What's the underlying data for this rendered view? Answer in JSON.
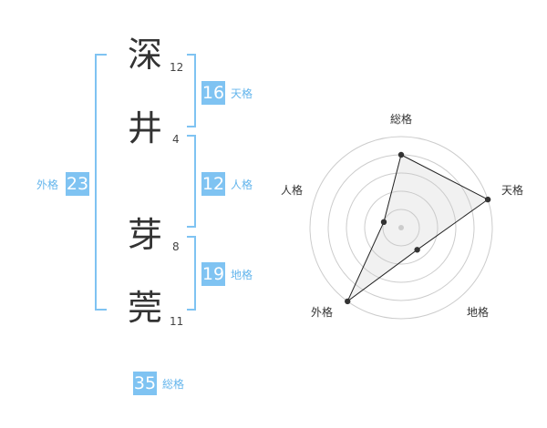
{
  "characters": [
    {
      "char": "深",
      "strokes": "12"
    },
    {
      "char": "井",
      "strokes": "4"
    },
    {
      "char": "芽",
      "strokes": "8"
    },
    {
      "char": "莞",
      "strokes": "11"
    }
  ],
  "fortunes": {
    "tenkaku": {
      "value": "16",
      "label": "天格"
    },
    "jinkaku": {
      "value": "12",
      "label": "人格"
    },
    "chikaku": {
      "value": "19",
      "label": "地格"
    },
    "gaikaku": {
      "value": "23",
      "label": "外格"
    },
    "soukaku": {
      "value": "35",
      "label": "総格"
    }
  },
  "colors": {
    "accent": "#7fc3f2",
    "accent_text": "#64b5ec"
  },
  "chart_data": {
    "type": "radar",
    "axes": [
      "総格",
      "天格",
      "地格",
      "外格",
      "人格"
    ],
    "values": [
      4,
      5,
      1.5,
      5,
      1
    ],
    "rmax": 5,
    "rings": 5
  }
}
